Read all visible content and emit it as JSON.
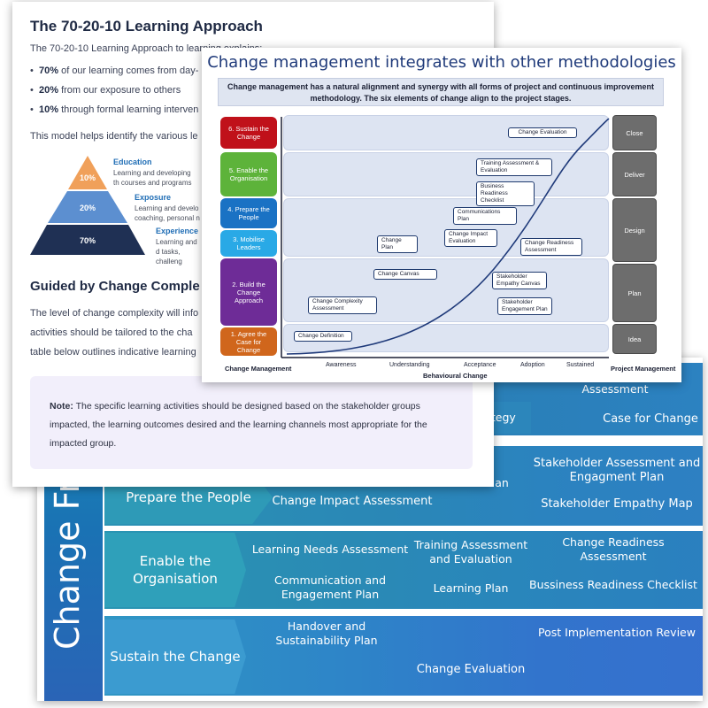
{
  "framework": {
    "side_title": "Change Framework",
    "rows": [
      {
        "head": "",
        "cells": [
          {
            "text": "ategy"
          },
          {
            "text": "Change Complexity Assessment"
          },
          {
            "text": "Case for Change"
          }
        ]
      },
      {
        "head": "Prepare the People",
        "cells": [
          {
            "text": "Change Impact Assessment"
          },
          {
            "text": "an"
          },
          {
            "text": "Stakeholder Assessment and Engagment Plan"
          },
          {
            "text": "Stakeholder Empathy Map"
          }
        ]
      },
      {
        "head": "Enable the Organisation",
        "cells": [
          {
            "text": "Learning Needs Assessment"
          },
          {
            "text": "Communication and Engagement Plan"
          },
          {
            "text": "Training Assessment and Evaluation"
          },
          {
            "text": "Learning Plan"
          },
          {
            "text": "Change Readiness Assessment"
          },
          {
            "text": "Bussiness Readiness Checklist"
          }
        ]
      },
      {
        "head": "Sustain the Change",
        "cells": [
          {
            "text": "Handover and Sustainability Plan"
          },
          {
            "text": "Post Implementation Review"
          },
          {
            "text": "Change Evaluation"
          }
        ]
      }
    ]
  },
  "doc": {
    "title": "The 70-20-10 Learning Approach",
    "intro": "The 70-20-10 Learning Approach to learning explains:",
    "bullets": [
      {
        "bold": "70%",
        "text": " of our learning comes from day-"
      },
      {
        "bold": "20%",
        "text": " from our exposure to others"
      },
      {
        "bold": "10%",
        "text": " through formal learning interven"
      }
    ],
    "model_text": "This model helps identify the various le",
    "pyramid": [
      {
        "pct": "10%",
        "label": "Education",
        "desc": "Learning and developing th courses and programs"
      },
      {
        "pct": "20%",
        "label": "Exposure",
        "desc": "Learning and develo coaching, personal n"
      },
      {
        "pct": "70%",
        "label": "Experience",
        "desc": "Learning and d tasks, challeng"
      }
    ],
    "heading2": "Guided by Change Comple",
    "para": "The level of change complexity will info activities should be tailored to the cha table below outlines indicative learning",
    "note_label": "Note:",
    "note_text": " The specific learning activities should be designed based on the stakeholder groups impacted, the learning outcomes desired and the learning channels most appropriate for the impacted group."
  },
  "integration": {
    "title": "Change management integrates with other methodologies",
    "subtitle": "Change management has a natural alignment and synergy with all forms of project and continuous improvement methodology.  The six elements of change align to the project stages.",
    "left_stages": [
      {
        "text": "6. Sustain the Change",
        "color": "#c0111a"
      },
      {
        "text": "5. Enable the Organisation",
        "color": "#5db33a"
      },
      {
        "text": "4. Prepare the People",
        "color": "#1a72c4"
      },
      {
        "text": "3. Mobilise Leaders",
        "color": "#29a9e6"
      },
      {
        "text": "2. Build the Change Approach",
        "color": "#6e2c97"
      },
      {
        "text": "1. Agree the Case for Change",
        "color": "#d0661c"
      }
    ],
    "right_stages": [
      "Close",
      "Deliver",
      "Design",
      "Plan",
      "Idea"
    ],
    "pills": [
      "Change Evaluation",
      "Training Assessment & Evaluation",
      "Business Readiness Checklist",
      "Communications Plan",
      "Change Plan",
      "Change Impact Evaluation",
      "Change Readiness Assessment",
      "Change Canvas",
      "Stakeholder Empathy Canvas",
      "Change Complexity Assessment",
      "Stakeholder Engagement Plan",
      "Change Definition"
    ],
    "x_ticks": [
      "Awareness",
      "Understanding",
      "Acceptance",
      "Adoption",
      "Sustained"
    ],
    "left_axis_label": "Change Management",
    "right_axis_label": "Project Management",
    "x_axis_label": "Behavioural Change"
  }
}
